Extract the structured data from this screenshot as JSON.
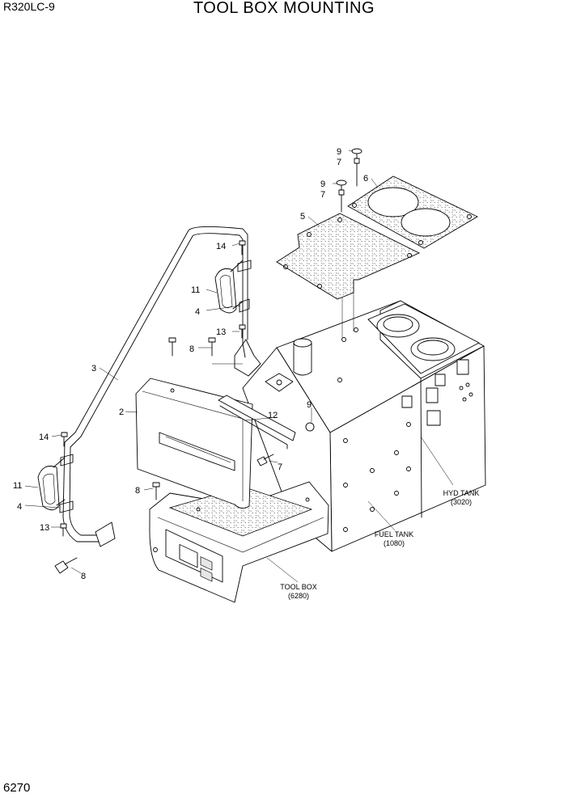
{
  "header": {
    "model": "R320LC-9",
    "title": "TOOL BOX MOUNTING",
    "page_number": "6270"
  },
  "callouts": {
    "c2": "2",
    "c3": "3",
    "c4a": "4",
    "c4b": "4",
    "c5": "5",
    "c6": "6",
    "c7a": "7",
    "c7b": "7",
    "c7c": "7",
    "c8a": "8",
    "c8b": "8",
    "c8c": "8",
    "c9a": "9",
    "c9b": "9",
    "c9c": "9",
    "c11a": "11",
    "c11b": "11",
    "c12": "12",
    "c13a": "13",
    "c13b": "13",
    "c14a": "14",
    "c14b": "14"
  },
  "assemblies": {
    "hyd_tank": {
      "name": "HYD TANK",
      "ref": "(3020)"
    },
    "fuel_tank": {
      "name": "FUEL TANK",
      "ref": "(1080)"
    },
    "tool_box": {
      "name": "TOOL BOX",
      "ref": "(6280)"
    }
  }
}
